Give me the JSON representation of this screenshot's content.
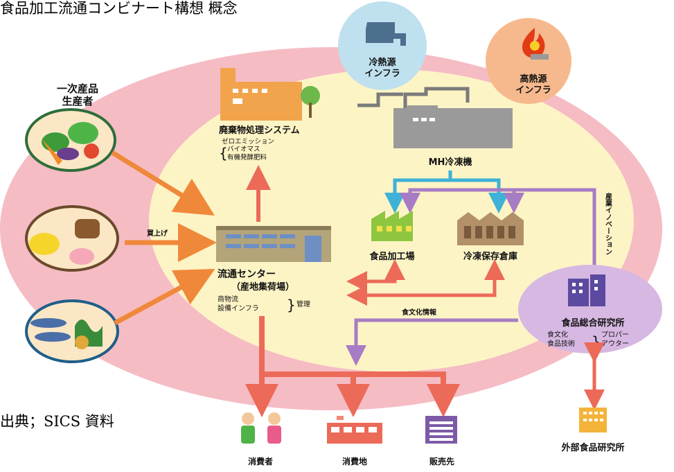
{
  "title": "食品加工流通コンビナート構想 概念",
  "source": "出典；SICS 資料",
  "nodes": {
    "cold_infra": [
      "冷熱源",
      "インフラ"
    ],
    "heat_infra": [
      "高熱源",
      "インフラ"
    ],
    "producers": [
      "一次産品",
      "生産者"
    ],
    "waste": {
      "title": "廃棄物処理システム",
      "sub": "ゼロエミッション",
      "items": [
        "バイオマス",
        "有機発酵肥料"
      ]
    },
    "mh": "MH冷凍機",
    "food_factory": "食品加工場",
    "cold_storage": "冷凍保存倉庫",
    "center": {
      "title": "流通センター",
      "sub": "（産地集荷場）",
      "items": [
        "商物流",
        "設備インフラ"
      ],
      "manage": "管理"
    },
    "institute": {
      "title": "食品総合研究所",
      "items": [
        "食文化",
        "食品技術"
      ],
      "roles": [
        "プロパー",
        "アウター"
      ]
    },
    "external": "外部食品研究所",
    "consumer": "消費者",
    "market": "消費地",
    "seller": "販売先"
  },
  "labels": {
    "buy": "買上げ",
    "culture_info": "食文化情報",
    "innovation": "産業イノベーション"
  },
  "colors": {
    "outer_ring": "#f5bcc4",
    "inner_area": "#fdf4c6",
    "arrow_orange": "#f0883a",
    "arrow_red": "#ec6a58",
    "arrow_purple": "#a77cc4",
    "arrow_blue": "#3fb1d6"
  }
}
